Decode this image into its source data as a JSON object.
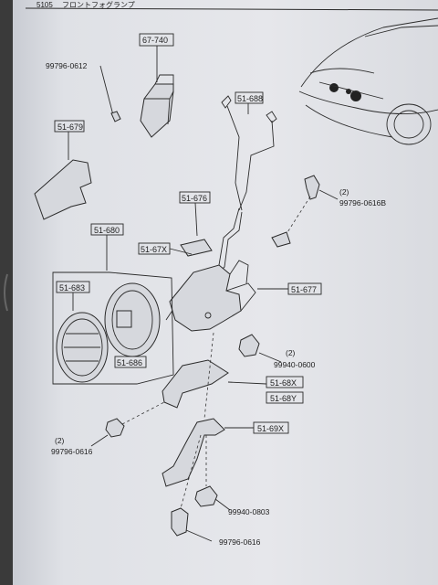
{
  "header": {
    "page": "5105",
    "title": "フロントフォグランプ"
  },
  "parts": {
    "relay": "67-740",
    "bolt_top": "99796-0612",
    "plate": "51-679",
    "harness": "51-688",
    "pad": "51-676",
    "bolt_b": "99796-0616B",
    "bracket_x": "51-67X",
    "bracket_main": "51-677",
    "lamp_assembly": "51-680",
    "lens": "51-683",
    "bulb": "51-686",
    "nut_0600": "99940-0600",
    "bracket_68x": "51-68X",
    "bracket_68y": "51-68Y",
    "bracket_69x": "51-69X",
    "bolt_left": "99796-0616",
    "washer_0803": "99940-0803",
    "bolt_bottom": "99796-0616"
  },
  "qty": {
    "bolt_b": "(2)",
    "nut_0600": "(2)",
    "bolt_left": "(2)"
  }
}
